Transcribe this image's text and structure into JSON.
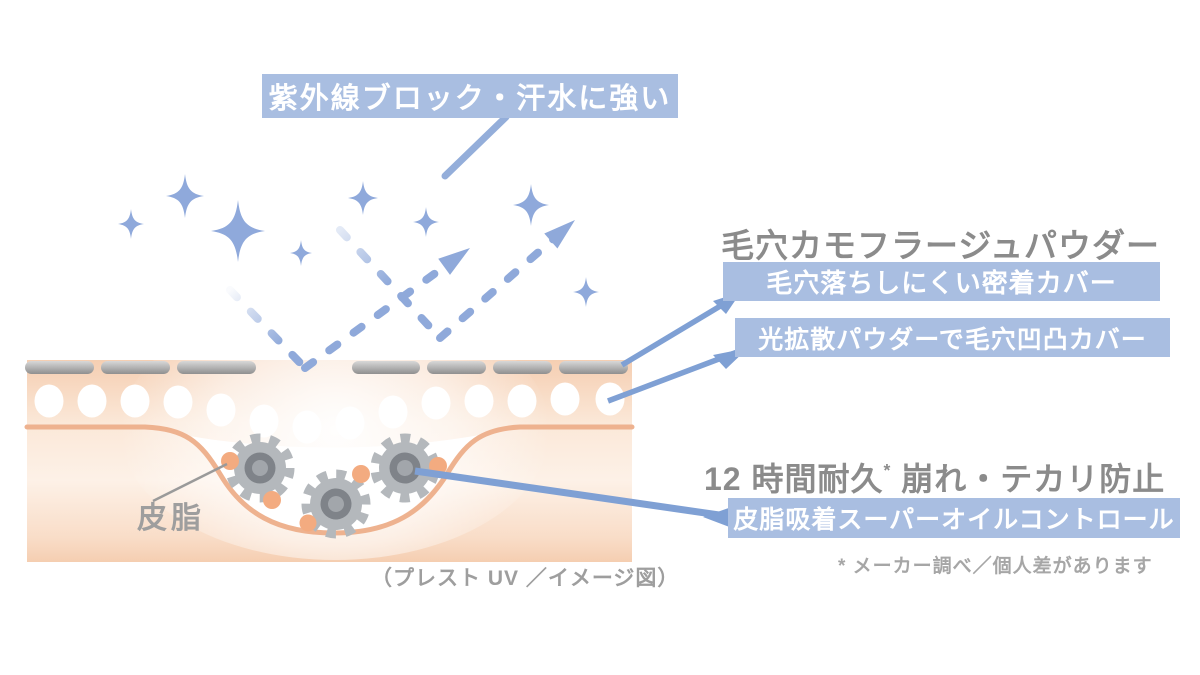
{
  "labels": {
    "uv_banner": "紫外線ブロック・汗水に強い",
    "powder_title": "毛穴カモフラージュパウダー",
    "cover_banner": "毛穴落ちしにくい密着カバー",
    "diffuse_banner": "光拡散パウダーで毛穴凹凸カバー",
    "duration_title_prefix": "12 時間耐久",
    "duration_asterisk": "*",
    "duration_title_suffix": " 崩れ・テカリ防止",
    "oil_banner": "皮脂吸着スーパーオイルコントロール",
    "sebum_label": "皮脂",
    "footnote": "* メーカー調べ／個人差があります",
    "caption": "（プレスト UV ／イメージ図）"
  },
  "icons": {
    "sparkle": "four-point-sparkle",
    "arrow": "dashed-reflection-arrow",
    "gear": "oil-absorbing-gear",
    "dot": "sebum-dot",
    "bar": "powder-film-bar",
    "particle": "light-diffusing-powder-particle"
  },
  "colors": {
    "accent_blue": "#a9bee1",
    "line_blue": "#7fa0d4",
    "ray_blue": "#8fa9da",
    "sparkle_blue": "#8fa9db",
    "text_gray": "#8b8b8b",
    "note_gray": "#a6a6a6",
    "caption_gray": "#9e9e9e",
    "skin_light": "#fdf0e6",
    "skin_deep": "#f5ceb1",
    "skin_outline": "#eeb28f",
    "bar_gray_top": "#d8d8d8",
    "bar_gray_bottom": "#8f8f8f",
    "gear_body": "#b4b8bc",
    "gear_ring": "#7f8389",
    "gear_core": "#a2a6ab",
    "sebum_orange": "#f3ab80",
    "banner_text": "#ffffff"
  }
}
